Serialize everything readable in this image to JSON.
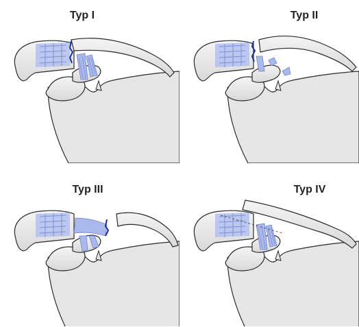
{
  "panels": [
    {
      "label": "Typ I"
    },
    {
      "label": "Typ II"
    },
    {
      "label": "Typ III"
    },
    {
      "label": "Typ IV"
    }
  ],
  "colors": {
    "bone": "#e8e8e8",
    "bone_dark": "#cfcfcf",
    "outline": "#2a2a2a",
    "ligament": "#a9b8ea",
    "ligament_line": "#6f82cf",
    "tear": "#1d2f9e"
  }
}
